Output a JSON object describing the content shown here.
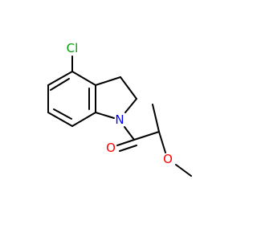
{
  "molecule": {
    "atoms": {
      "chlorine": {
        "symbol": "Cl",
        "color": "#00a000"
      },
      "nitrogen": {
        "symbol": "N",
        "color": "#0000ff"
      },
      "carbonyl_oxygen": {
        "symbol": "O",
        "color": "#ff0000"
      },
      "ether_oxygen": {
        "symbol": "O",
        "color": "#ff0000"
      }
    },
    "bond_color": "#000000",
    "background": "#ffffff"
  }
}
